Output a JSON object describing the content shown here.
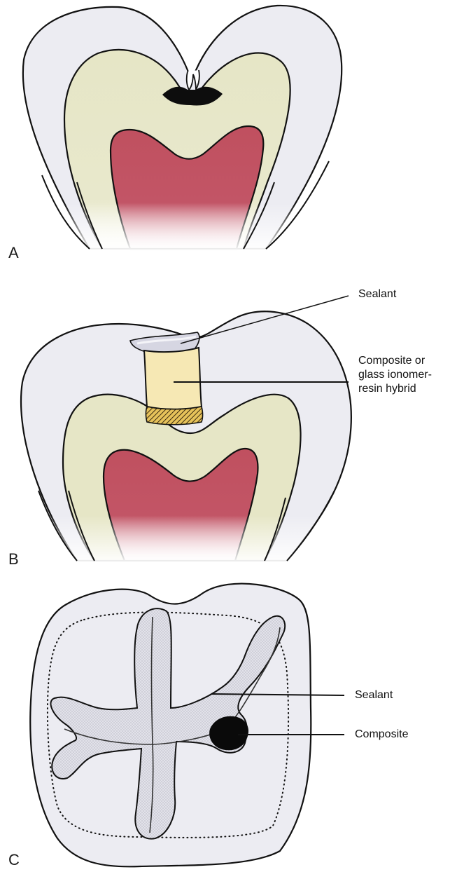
{
  "panels": {
    "a": {
      "letter": "A"
    },
    "b": {
      "letter": "B",
      "label_sealant": "Sealant",
      "label_restoration_line1": "Composite or",
      "label_restoration_line2": "glass ionomer-",
      "label_restoration_line3": "resin hybrid"
    },
    "c": {
      "letter": "C",
      "label_sealant": "Sealant",
      "label_composite": "Composite"
    }
  },
  "colors": {
    "enamel": "#ececf2",
    "dentin": "#e6e6c6",
    "pulp": "#c0505f",
    "restoration": "#f6e8b4",
    "sealant": "#dcdce6",
    "outline": "#111111"
  }
}
